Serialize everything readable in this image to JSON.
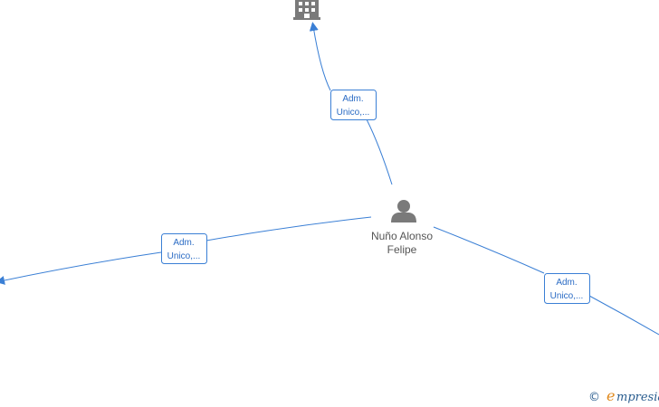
{
  "colors": {
    "edge": "#3a7fd5",
    "edge_text": "#2a6bc4",
    "node_icon": "#7a7a7a",
    "node_text": "#555555",
    "brand_text": "#2a5d8f",
    "brand_accent": "#e08a1e"
  },
  "person": {
    "name_line1": "Nuño Alonso",
    "name_line2": "Felipe",
    "icon": "person-icon"
  },
  "company_top": {
    "icon": "building-icon"
  },
  "edges": [
    {
      "target": "company-top",
      "label_line1": "Adm.",
      "label_line2": "Unico,..."
    },
    {
      "target": "left-offscreen",
      "label_line1": "Adm.",
      "label_line2": "Unico,..."
    },
    {
      "target": "right-offscreen",
      "label_line1": "Adm.",
      "label_line2": "Unico,..."
    }
  ],
  "watermark": {
    "copyright_symbol": "©",
    "brand_initial": "e",
    "brand_rest": "mpresia"
  }
}
